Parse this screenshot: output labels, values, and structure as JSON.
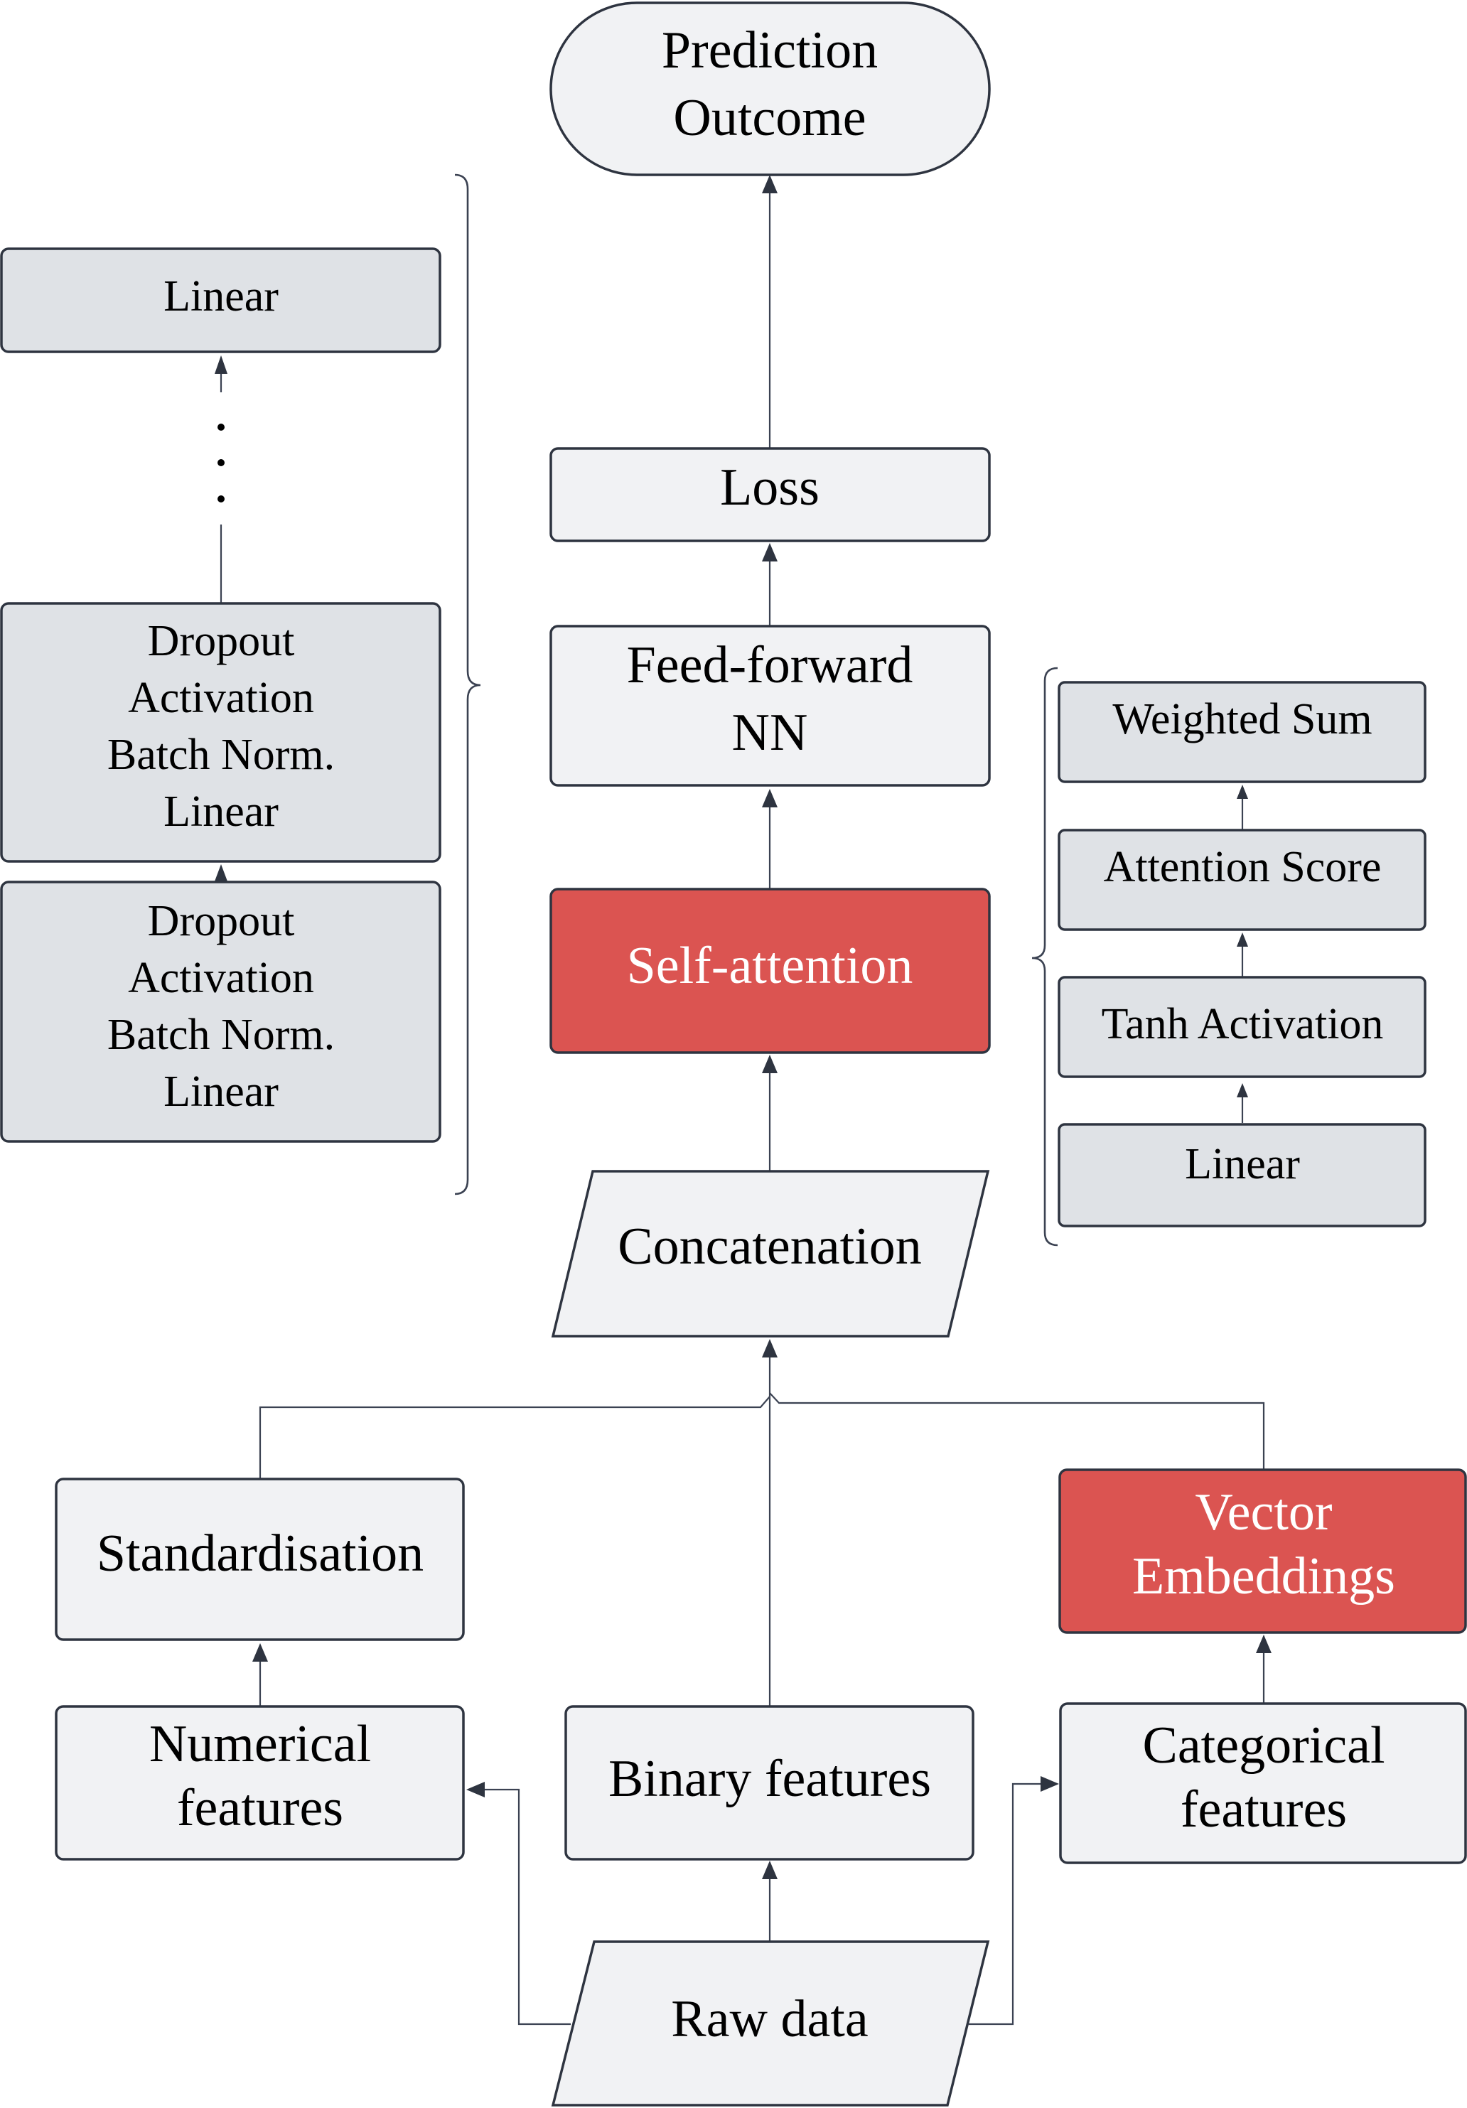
{
  "nodes": {
    "prediction_outcome": [
      "Prediction",
      "Outcome"
    ],
    "loss": "Loss",
    "feed_forward": [
      "Feed-forward",
      "NN"
    ],
    "self_attention": "Self-attention",
    "concatenation": "Concatenation",
    "standardisation": "Standardisation",
    "vector_embeddings": [
      "Vector",
      "Embeddings"
    ],
    "numerical_features": [
      "Numerical",
      "features"
    ],
    "binary_features": "Binary features",
    "categorical_features": [
      "Categorical",
      "features"
    ],
    "raw_data": "Raw data"
  },
  "ffnn_detail": {
    "top_linear": "Linear",
    "ellipsis": "⋮",
    "block_upper": [
      "Dropout",
      "Activation",
      "Batch Norm.",
      "Linear"
    ],
    "block_lower": [
      "Dropout",
      "Activation",
      "Batch Norm.",
      "Linear"
    ]
  },
  "attention_detail": {
    "weighted_sum": "Weighted Sum",
    "attention_score": "Attention Score",
    "tanh_activation": "Tanh Activation",
    "linear": "Linear"
  },
  "colors": {
    "highlight_red": "#db5451",
    "box_light": "#f1f2f4",
    "box_grey": "#dfe2e6",
    "stroke": "#2e3440"
  }
}
